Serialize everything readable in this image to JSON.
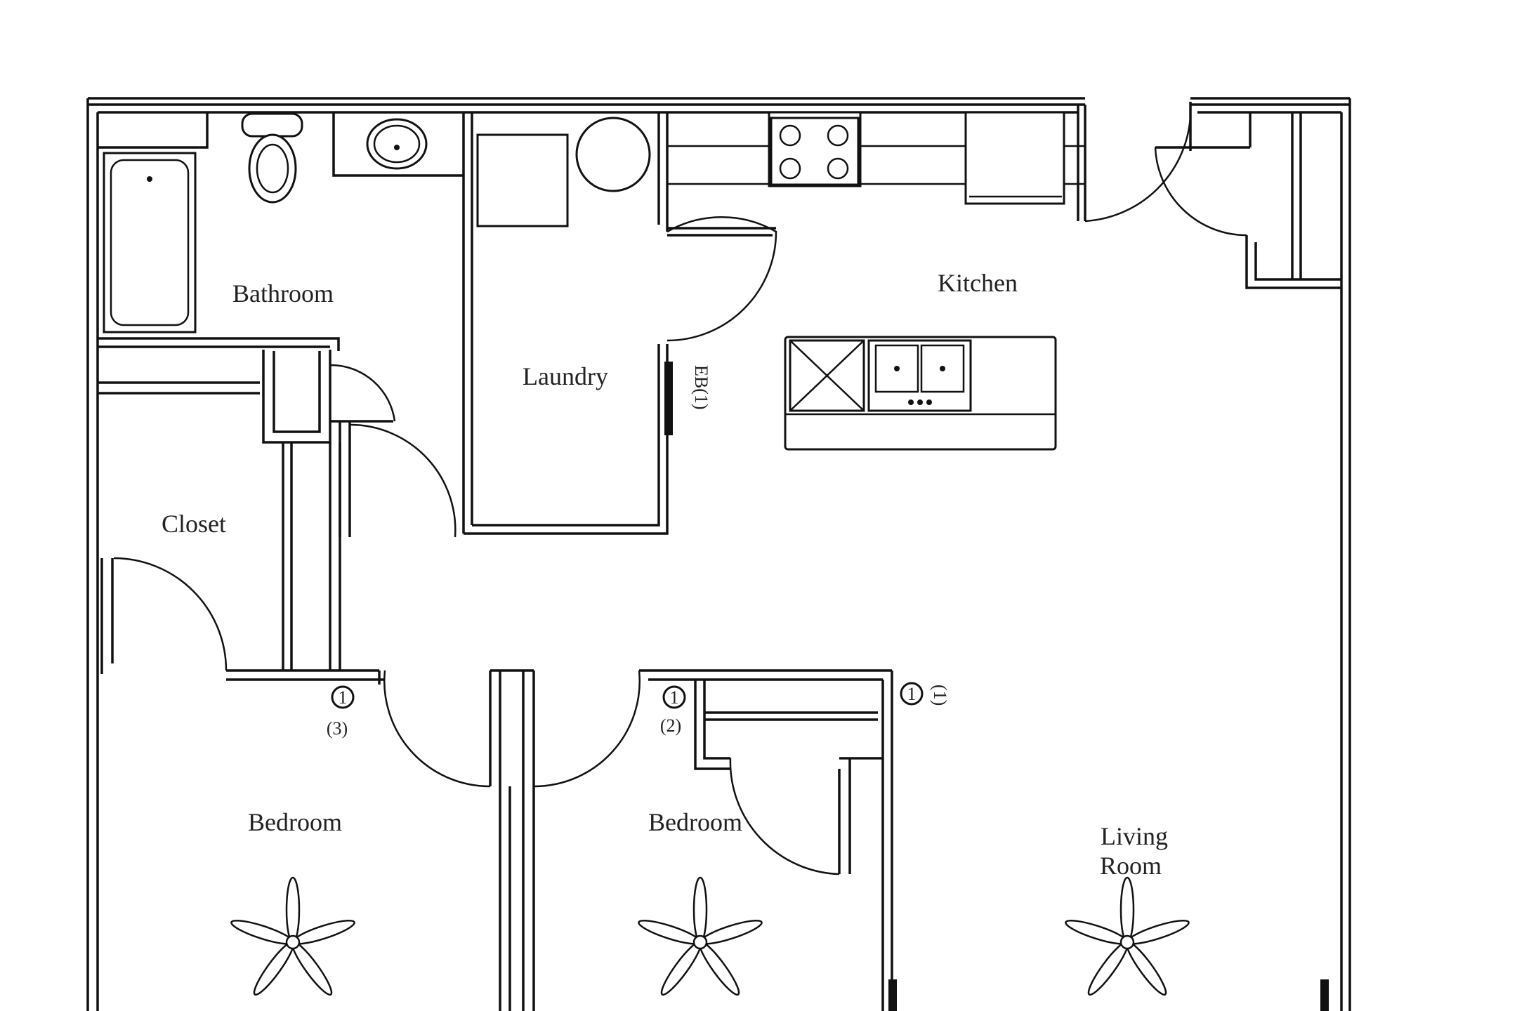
{
  "rooms": {
    "bathroom": "Bathroom",
    "laundry": "Laundry",
    "kitchen": "Kitchen",
    "closet": "Closet",
    "bedroom_1": "Bedroom",
    "bedroom_2": "Bedroom",
    "living_room_line1": "Living",
    "living_room_line2": "Room"
  },
  "markers": {
    "ceiling_light_3_number": "1",
    "ceiling_light_3_count": "(3)",
    "ceiling_light_2_number": "1",
    "ceiling_light_2_count": "(2)",
    "ceiling_light_1_number": "1",
    "ceiling_light_1_count": "(1)",
    "laundry_panel_label": "EB(1)"
  },
  "colors": {
    "line": "#111111",
    "background": "#ffffff"
  },
  "icons": [
    "bathtub-icon",
    "toilet-icon",
    "sink-icon",
    "washer-icon",
    "dryer-icon",
    "cooktop-icon",
    "refrigerator-icon",
    "double-sink-icon",
    "dishwasher-icon",
    "ceiling-fan-icon",
    "door-swing-icon"
  ]
}
